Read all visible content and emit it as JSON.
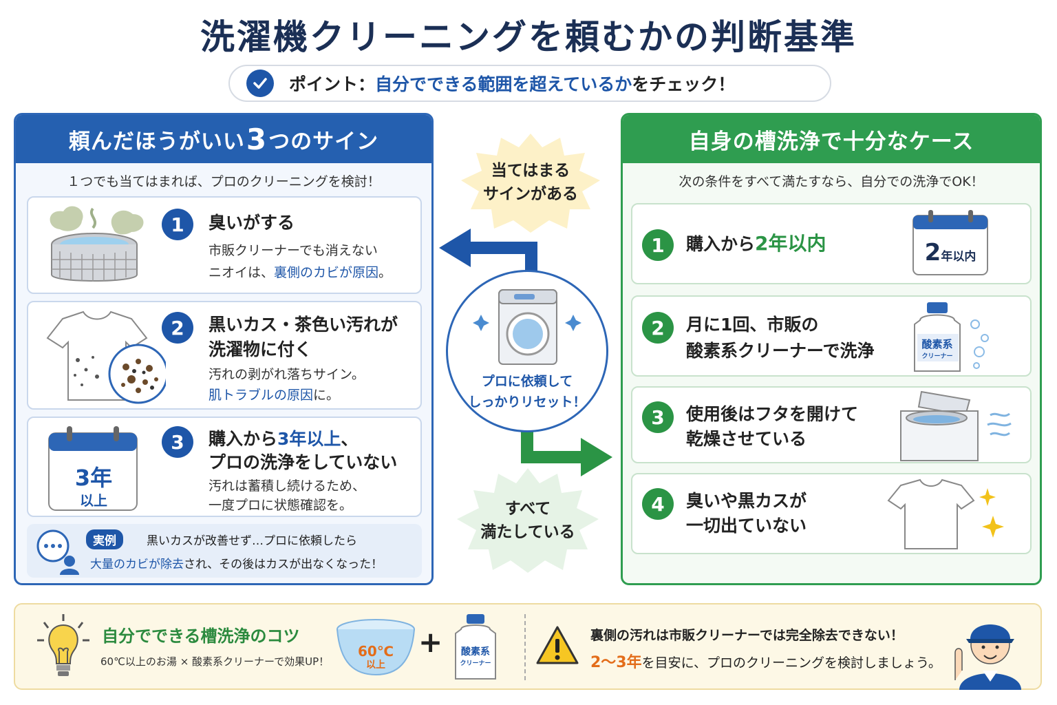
{
  "title": "洗濯機クリーニングを頼むかの判断基準",
  "point": {
    "prefix": "ポイント：",
    "highlight": "自分でできる範囲を超えているか",
    "suffix": "をチェック！"
  },
  "left_panel": {
    "heading_pre": "頼んだほうがいい",
    "heading_num": "3",
    "heading_post": "つのサイン",
    "subtitle": "１つでも当てはまれば、プロのクリーニングを検討！",
    "signs": [
      {
        "num": "1",
        "title_1": "臭いがする",
        "desc_1": "市販クリーナーでも消えない",
        "desc_2a": "ニオイは、",
        "desc_2b": "裏側のカビが原因",
        "desc_2c": "。"
      },
      {
        "num": "2",
        "title_1": "黒いカス・茶色い汚れが",
        "title_2": "洗濯物に付く",
        "desc_1": "汚れの剥がれ落ちサイン。",
        "desc_2a": "肌トラブルの原因",
        "desc_2b": "に。"
      },
      {
        "num": "3",
        "title_1a": "購入から",
        "title_1b": "3年以上",
        "title_1c": "、",
        "title_2": "プロの洗浄をしていない",
        "desc_1": "汚れは蓄積し続けるため、",
        "desc_2": "一度プロに状態確認を。",
        "calendar_big": "3年",
        "calendar_small": "以上"
      }
    ],
    "example": {
      "badge": "実例",
      "line1": "黒いカスが改善せず…プロに依頼したら",
      "line2a": "大量のカビが除去",
      "line2b": "され、その後はカスが出なくなった！"
    }
  },
  "center": {
    "burst_top_1": "当てはまる",
    "burst_top_2": "サインがある",
    "circle_1": "プロに依頼して",
    "circle_2": "しっかりリセット！",
    "burst_bottom_1": "すべて",
    "burst_bottom_2": "満たしている"
  },
  "right_panel": {
    "heading": "自身の槽洗浄で十分なケース",
    "subtitle": "次の条件をすべて満たすなら、自分での洗浄でOK！",
    "cases": [
      {
        "num": "1",
        "title_1a": "購入から",
        "title_1b": "2年以内",
        "calendar_big": "2",
        "calendar_small": "年以内"
      },
      {
        "num": "2",
        "title_1": "月に1回、市販の",
        "title_2": "酸素系クリーナーで洗浄",
        "bottle_1": "酸素系",
        "bottle_2": "クリーナー"
      },
      {
        "num": "3",
        "title_1": "使用後はフタを開けて",
        "title_2": "乾燥させている"
      },
      {
        "num": "4",
        "title_1": "臭いや黒カスが",
        "title_2": "一切出ていない"
      }
    ]
  },
  "bottom": {
    "tip_title": "自分でできる槽洗浄のコツ",
    "tip_desc": "60℃以上のお湯 × 酸素系クリーナーで効果UP！",
    "basin_1": "60℃",
    "basin_2": "以上",
    "plus": "+",
    "bottle_1": "酸素系",
    "bottle_2": "クリーナー",
    "warn_line1": "裏側の汚れは市販クリーナーでは完全除去できない！",
    "warn_line2a": "2〜3年",
    "warn_line2b": "を目安に、プロのクリーニングを検討しましょう。"
  },
  "colors": {
    "blue": "#1e56a8",
    "green": "#2b9445",
    "orange": "#e36d1a",
    "navy": "#1b2f55"
  }
}
